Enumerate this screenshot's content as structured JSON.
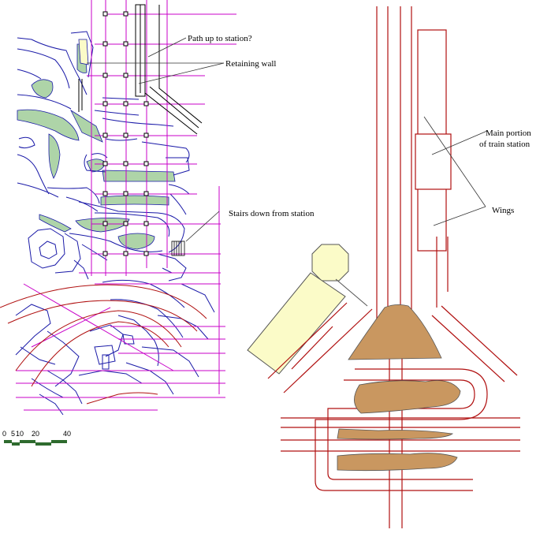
{
  "labels": {
    "path_up": "Path up to station?",
    "retaining_wall": "Retaining wall",
    "stairs_down": "Stairs down from station",
    "main_portion_line1": "Main portion",
    "main_portion_line2": "of train station",
    "wings": "Wings"
  },
  "scale_bar": {
    "ticks": [
      "0",
      "5",
      "10",
      "20",
      "40"
    ]
  },
  "colors": {
    "blue": "#1a1aa8",
    "magenta": "#c800c8",
    "red": "#b01010",
    "green": "#aed4a8",
    "tan": "#c99760",
    "cream": "#fbfbc8",
    "scale_green": "#2e6b2e"
  }
}
